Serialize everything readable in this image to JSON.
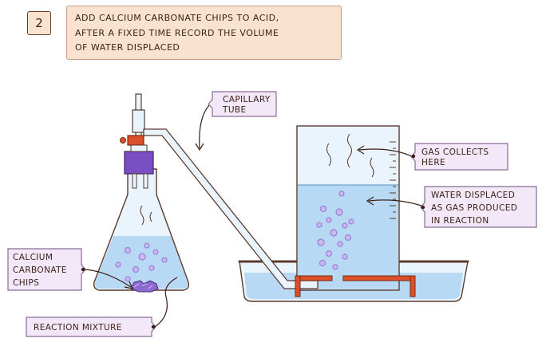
{
  "step": {
    "number": "2"
  },
  "instruction": {
    "lines": [
      "ADD CALCIUM  CARBONATE CHIPS TO ACID,",
      "AFTER A FIXED TIME RECORD THE VOLUME",
      "OF WATER  DISPLACED"
    ]
  },
  "labels": {
    "capillary_tube": [
      "CAPILLARY",
      "TUBE"
    ],
    "gas_collects": [
      "GAS  COLLECTS",
      "HERE"
    ],
    "water_displaced": [
      "WATER  DISPLACED",
      "AS GAS  PRODUCED",
      "IN REACTION"
    ],
    "calcium_carbonate": [
      "CALCIUM",
      "CARBONATE",
      "CHIPS"
    ],
    "reaction_mixture": [
      "REACTION  MIXTURE"
    ]
  },
  "colors": {
    "outline": "#5a3a2e",
    "water": "#b7d9f3",
    "water_dark": "#a6cdea",
    "glass": "#e9f4fc",
    "bubble": "#b49ae6",
    "bung": "#7b4fc4",
    "clamp": "#d9502a",
    "label_fill": "#f3e8f8",
    "label_border": "#8a6a9a",
    "instruction_fill": "#f9e3cf"
  }
}
